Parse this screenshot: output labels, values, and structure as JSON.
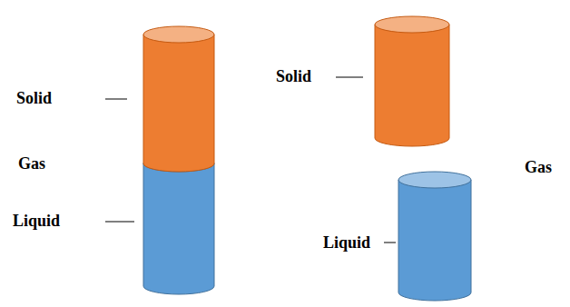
{
  "diagram": {
    "labels": [
      "Solid",
      "Gas",
      "Liquid",
      "Solid",
      "Gas",
      "Liquid"
    ]
  }
}
